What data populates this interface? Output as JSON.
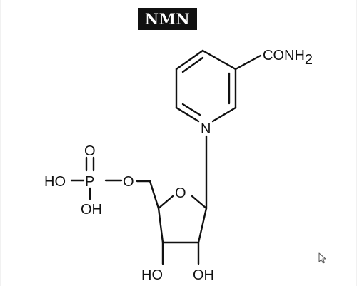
{
  "title": "NMN",
  "atoms": {
    "carboxamide": "CONH",
    "carboxamide_sub": "2",
    "pyridinium_n": "N",
    "ring_o": "O",
    "ester_o": "O",
    "phosphorus": "P",
    "phosphoryl_o": "O",
    "phosphate_ho": "HO",
    "phosphate_oh": "OH",
    "sugar_ho": "HO",
    "sugar_oh": "OH"
  },
  "icons": {
    "pointer": "mouse-cursor-icon"
  }
}
